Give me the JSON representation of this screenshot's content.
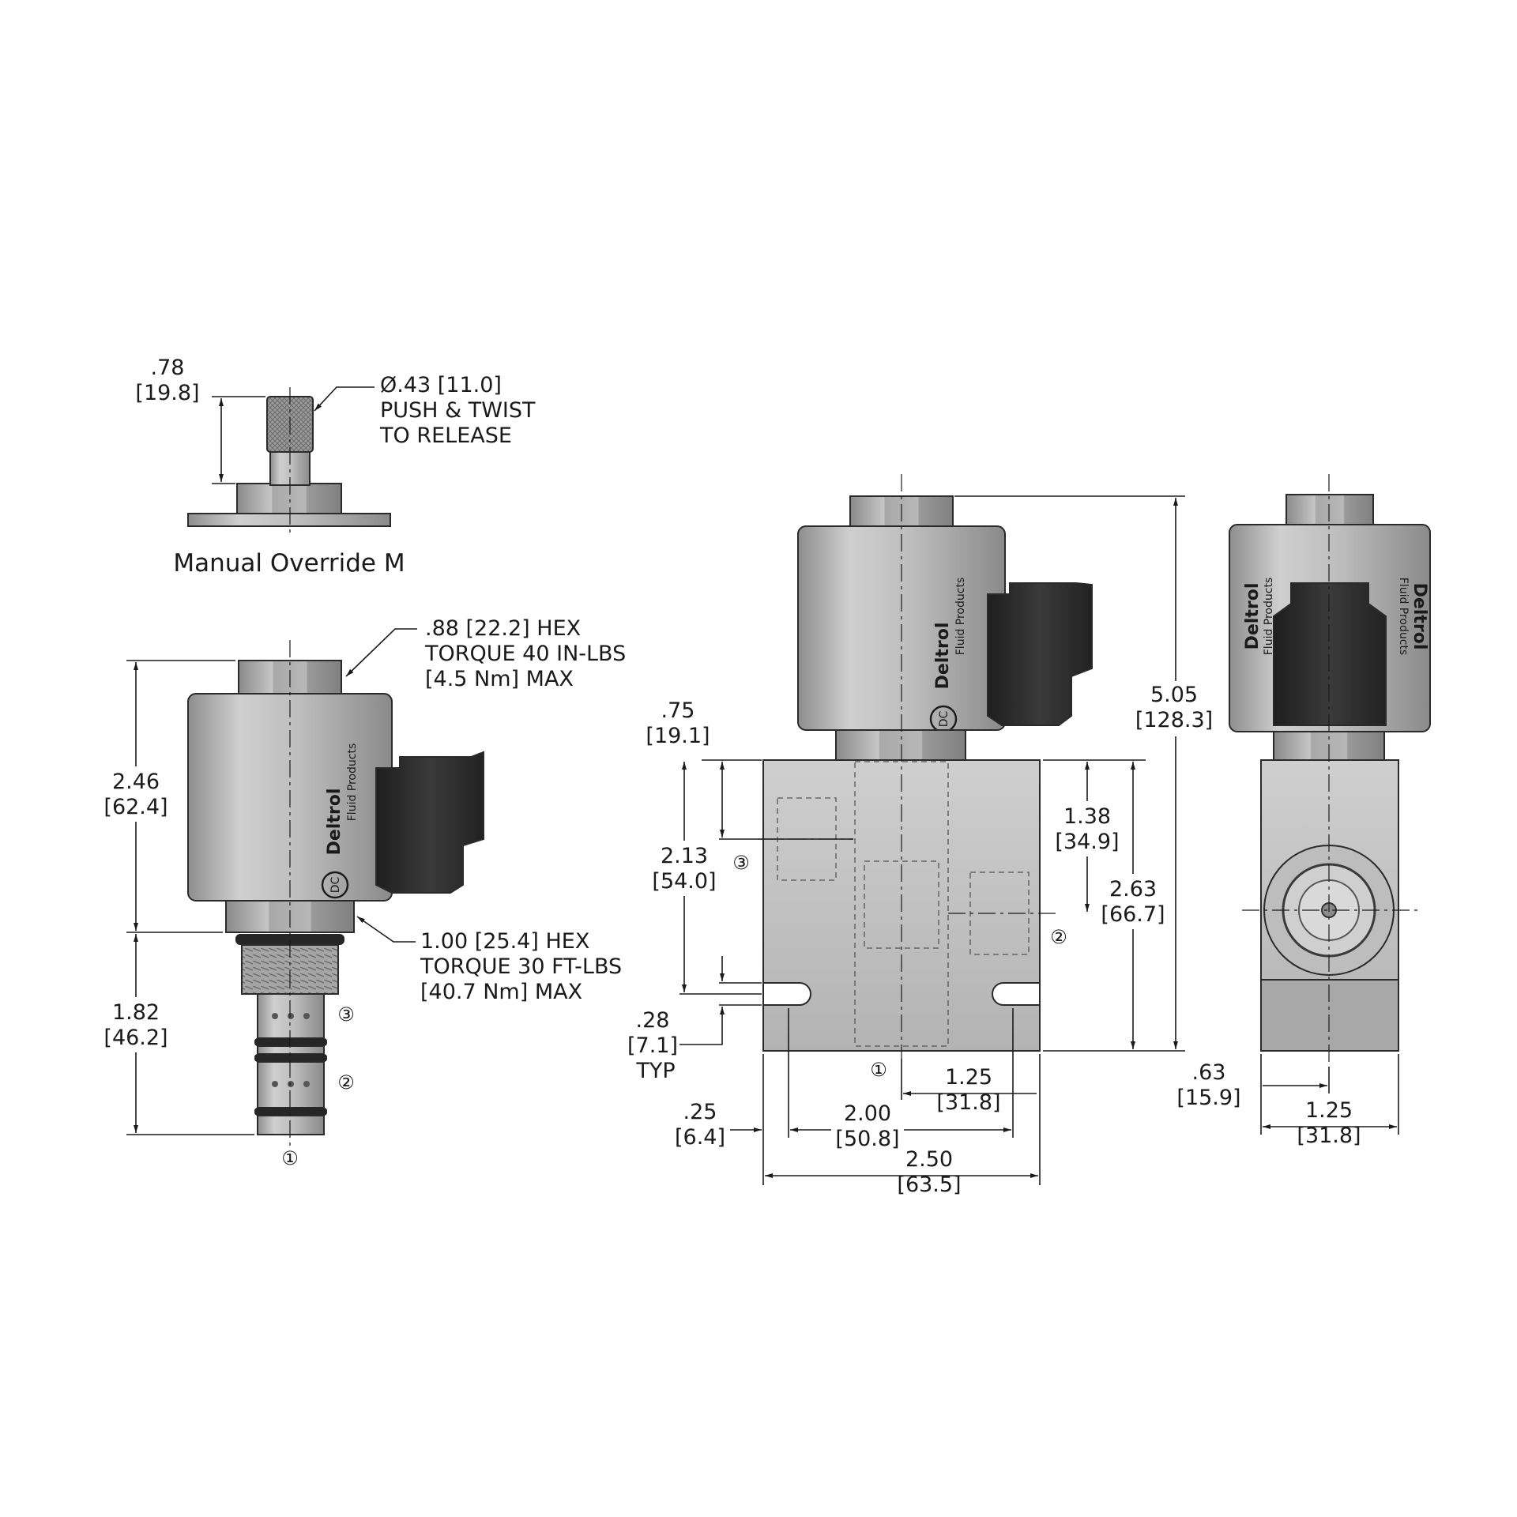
{
  "colors": {
    "metal_light": "#c8c8c8",
    "metal_mid": "#a9a9a9",
    "metal_dark": "#7d7d7d",
    "connector": "#2b2b2b",
    "ink": "#1a1a1a"
  },
  "override": {
    "title": "Manual Override M",
    "height_in": ".78",
    "height_mm": "[19.8]",
    "diameter": "Ø.43 [11.0]",
    "note_1": "PUSH & TWIST",
    "note_2": "TO RELEASE"
  },
  "brand": {
    "name": "Deltrol",
    "sub": "Fluid Products",
    "logo": "DC"
  },
  "cartridge": {
    "hex_top_1": ".88 [22.2] HEX",
    "hex_top_2": "TORQUE 40 IN-LBS",
    "hex_top_3": "[4.5 Nm] MAX",
    "hex_bot_1": "1.00 [25.4] HEX",
    "hex_bot_2": "TORQUE 30 FT-LBS",
    "hex_bot_3": "[40.7 Nm] MAX",
    "coil_h_in": "2.46",
    "coil_h_mm": "[62.4]",
    "body_h_in": "1.82",
    "body_h_mm": "[46.2]",
    "port_1": "①",
    "port_2": "②",
    "port_3": "③"
  },
  "front": {
    "d075_in": ".75",
    "d075_mm": "[19.1]",
    "d213_in": "2.13",
    "d213_mm": "[54.0]",
    "d028_in": ".28",
    "d028_mm": "[7.1]",
    "typ": "TYP",
    "d138_in": "1.38",
    "d138_mm": "[34.9]",
    "d263_in": "2.63",
    "d263_mm": "[66.7]",
    "d505_in": "5.05",
    "d505_mm": "[128.3]",
    "d125_in": "1.25",
    "d125_mm": "[31.8]",
    "d025_in": ".25",
    "d025_mm": "[6.4]",
    "d200_in": "2.00",
    "d200_mm": "[50.8]",
    "d250_in": "2.50",
    "d250_mm": "[63.5]",
    "port_1": "①",
    "port_2": "②",
    "port_3": "③"
  },
  "side": {
    "d063_in": ".63",
    "d063_mm": "[15.9]",
    "d125_in": "1.25",
    "d125_mm": "[31.8]"
  }
}
